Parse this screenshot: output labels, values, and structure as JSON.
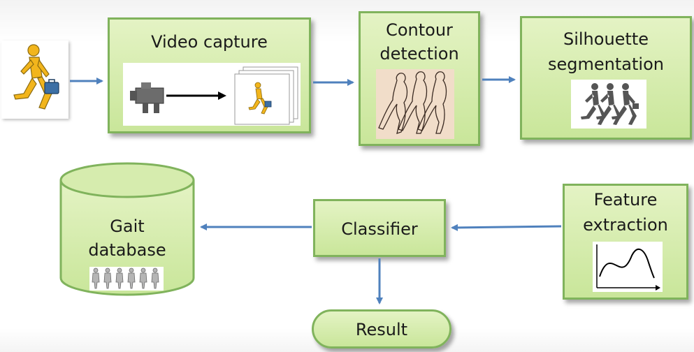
{
  "diagram": {
    "nodes": {
      "video_capture": "Video capture",
      "contour_detection_line1": "Contour",
      "contour_detection_line2": "detection",
      "silhouette_segmentation_line1": "Silhouette",
      "silhouette_segmentation_line2": "segmentation",
      "feature_extraction_line1": "Feature",
      "feature_extraction_line2": "extraction",
      "classifier": "Classifier",
      "gait_database_line1": "Gait",
      "gait_database_line2": "database",
      "result": "Result"
    },
    "colors": {
      "box_fill": "#d4ebab",
      "box_border": "#80b35c",
      "arrow": "#4f81bd",
      "figure": "#f2b51c"
    }
  }
}
